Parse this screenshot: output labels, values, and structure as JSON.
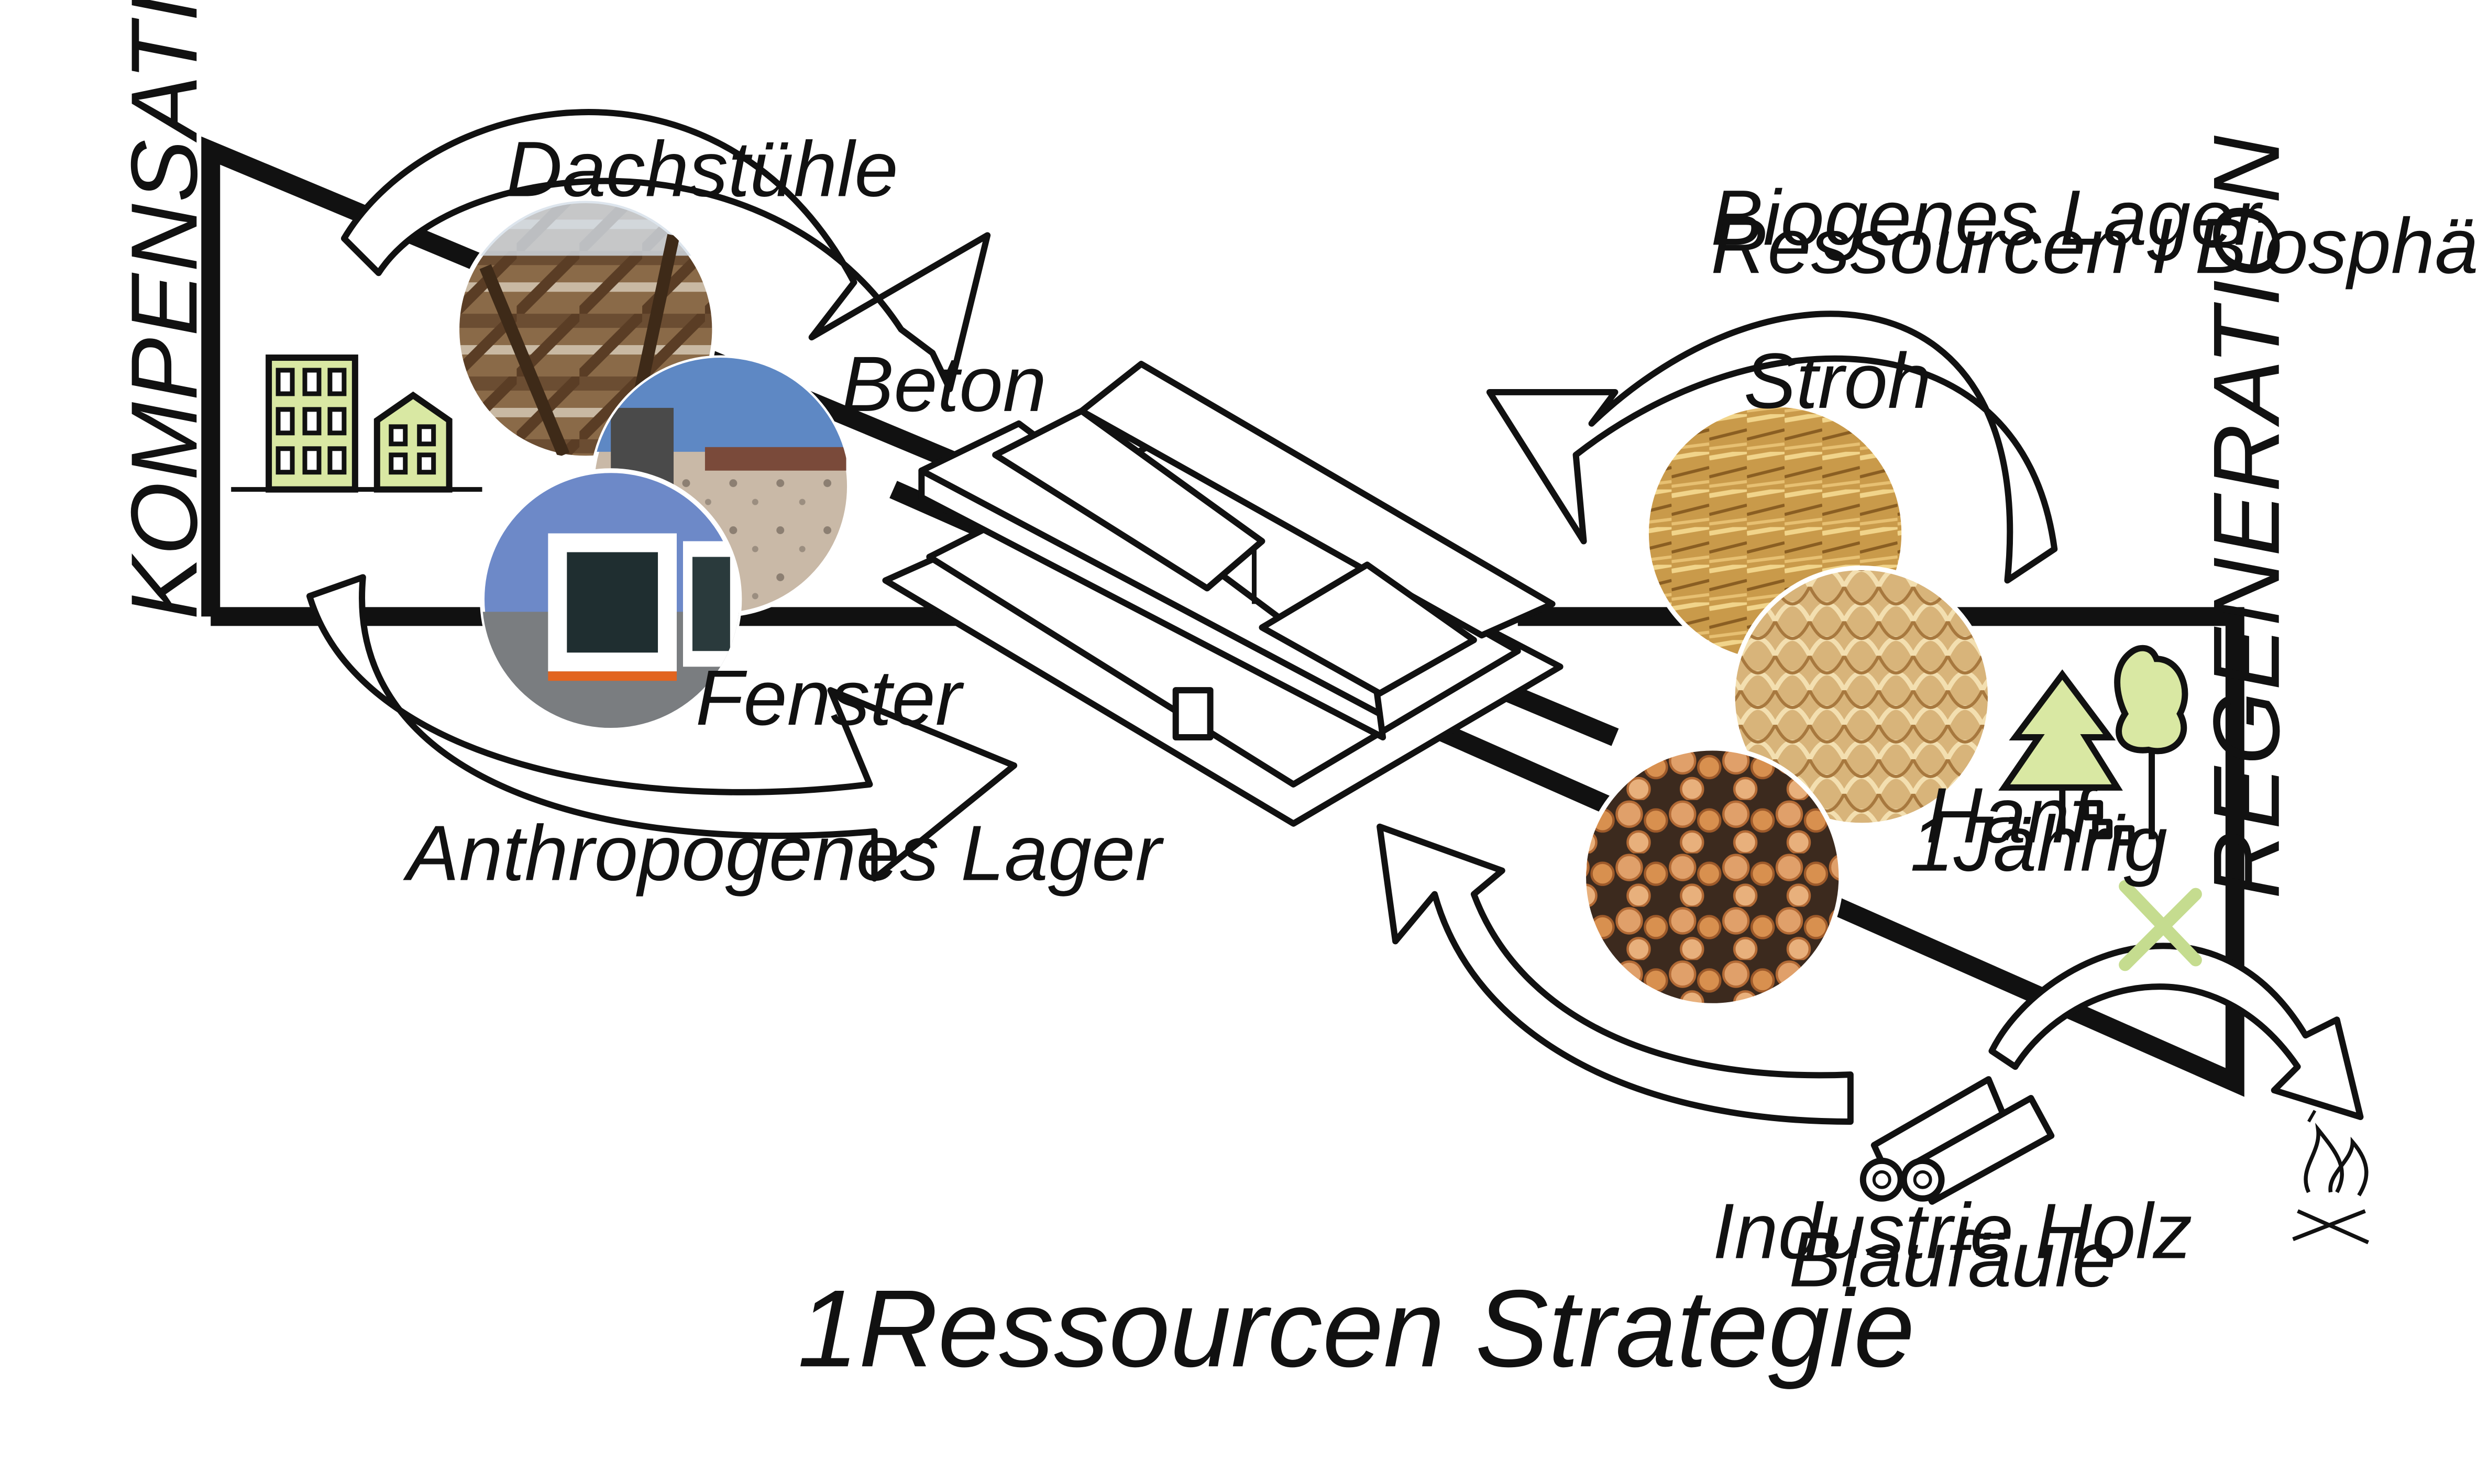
{
  "diagram": {
    "title": "1Ressourcen Strategie",
    "side_labels": {
      "left": "KOMPENSATION",
      "right": "REGENERATION"
    },
    "left_group": {
      "caption": "Anthropogenes Lager",
      "items": [
        {
          "label": "Dachstühle",
          "photo": "timber-roof-truss"
        },
        {
          "label": "Beton",
          "photo": "concrete-wall"
        },
        {
          "label": "Fenster",
          "photo": "stacked-windows"
        }
      ]
    },
    "right_group": {
      "caption_lines": [
        "Biogenes Lager",
        "Ressourcen I Biosphäre"
      ],
      "items": [
        {
          "label": "Stroh",
          "photo": "straw"
        },
        {
          "label_lines": [
            "Hanf",
            "1Jährig"
          ],
          "photo": "hemp-fibres"
        },
        {
          "label": "",
          "photo": "log-pile"
        }
      ]
    },
    "industry_label_lines": [
      "Industrie Holz",
      "Blaufäule"
    ],
    "icons": [
      "buildings-icon",
      "trees-icon",
      "logs-icon",
      "fire-icon",
      "cross-icon",
      "building-model-icon"
    ],
    "colors": {
      "line": "#111111",
      "accent_green": "#d9e8a3",
      "cross_green": "#c5dc8f",
      "background": "#ffffff"
    }
  }
}
